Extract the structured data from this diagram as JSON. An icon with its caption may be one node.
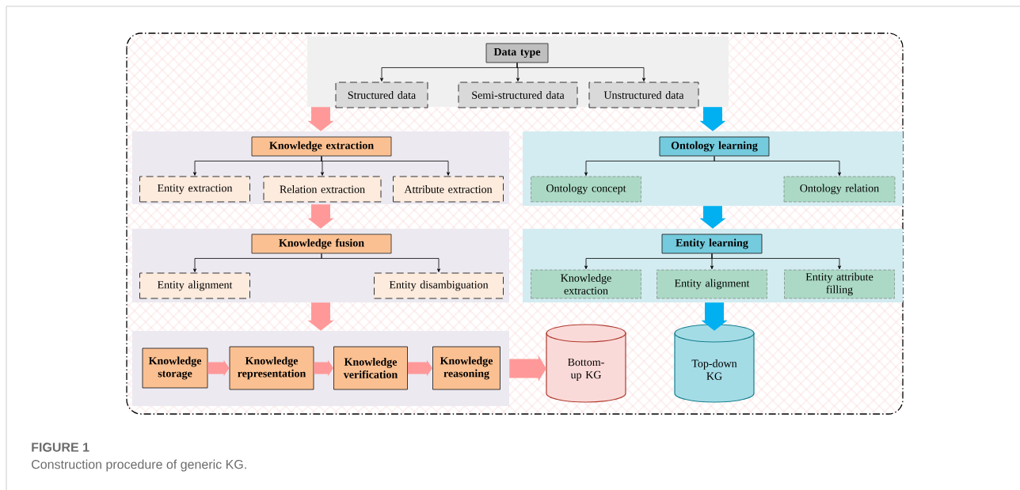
{
  "diagram": {
    "caption": "Construction procedure of generic KG.",
    "nodes": [
      {
        "text": [],
        "shape": "band"
      },
      {
        "text": [
          "Data type"
        ],
        "in": 0
      },
      {
        "text": [
          "Structured data"
        ],
        "in": 0
      },
      {
        "text": [
          "Semi-structured data"
        ],
        "in": 0
      },
      {
        "text": [
          "Unstructured data"
        ],
        "in": 0
      },
      {
        "text": [],
        "shape": "band"
      },
      {
        "text": [
          "Knowledge extraction"
        ],
        "in": 5
      },
      {
        "text": [
          "Entity extraction"
        ],
        "in": 5
      },
      {
        "text": [
          "Relation extraction"
        ],
        "in": 5
      },
      {
        "text": [
          "Attribute extraction"
        ],
        "in": 5
      },
      {
        "text": [],
        "shape": "band"
      },
      {
        "text": [
          "Ontology learning"
        ],
        "in": 10
      },
      {
        "text": [
          "Ontology concept"
        ],
        "in": 10
      },
      {
        "text": [
          "Ontology relation"
        ],
        "in": 10
      },
      {
        "text": [],
        "shape": "band"
      },
      {
        "text": [
          "Knowledge fusion"
        ],
        "in": 14
      },
      {
        "text": [
          "Entity alignment"
        ],
        "in": 14
      },
      {
        "text": [
          "Entity disambiguation"
        ],
        "in": 14
      },
      {
        "text": [],
        "shape": "band"
      },
      {
        "text": [
          "Entity learning"
        ],
        "in": 18
      },
      {
        "text": [
          "Knowledge extraction"
        ],
        "in": 18
      },
      {
        "text": [
          "Entity alignment"
        ],
        "in": 18
      },
      {
        "text": [
          "Entity attribute filling"
        ],
        "in": 18
      },
      {
        "text": [],
        "shape": "band"
      },
      {
        "text": [
          "Knowledge storage"
        ],
        "in": 23
      },
      {
        "text": [
          "Knowledge representation"
        ],
        "in": 23
      },
      {
        "text": [
          "Knowledge verification"
        ],
        "in": 23
      },
      {
        "text": [
          "Knowledge reasoning"
        ],
        "in": 23
      },
      {
        "text": [
          "Bottom-up KG"
        ]
      },
      {
        "text": [
          "Top-down KG"
        ]
      }
    ],
    "edges": [
      {
        "from": 1,
        "to": 2,
        "arrow": "to"
      },
      {
        "from": 1,
        "to": 3,
        "arrow": "to"
      },
      {
        "from": 1,
        "to": 4,
        "arrow": "to"
      },
      {
        "from": 6,
        "to": 7,
        "arrow": "to"
      },
      {
        "from": 6,
        "to": 8,
        "arrow": "to"
      },
      {
        "from": 6,
        "to": 9,
        "arrow": "to"
      },
      {
        "from": 11,
        "to": 12,
        "arrow": "to"
      },
      {
        "from": 11,
        "to": 13,
        "arrow": "to"
      },
      {
        "from": 15,
        "to": 16,
        "arrow": "to"
      },
      {
        "from": 15,
        "to": 17,
        "arrow": "to"
      },
      {
        "from": 19,
        "to": 20,
        "arrow": "to"
      },
      {
        "from": 19,
        "to": 21,
        "arrow": "to"
      },
      {
        "from": 19,
        "to": 22,
        "arrow": "to"
      },
      {
        "from": 0,
        "to": 5,
        "arrow": "to",
        "style": "thick",
        "color": "#ff9999"
      },
      {
        "from": 0,
        "to": 10,
        "arrow": "to",
        "style": "thick",
        "color": "#00b0f0"
      },
      {
        "from": 5,
        "to": 14,
        "arrow": "to",
        "style": "thick",
        "color": "#ff9999"
      },
      {
        "from": 10,
        "to": 18,
        "arrow": "to",
        "style": "thick",
        "color": "#00b0f0"
      },
      {
        "from": 14,
        "to": 23,
        "arrow": "to",
        "style": "thick",
        "color": "#ff9999"
      },
      {
        "from": 18,
        "to": 29,
        "arrow": "to",
        "style": "thick",
        "color": "#00b0f0"
      },
      {
        "from": 24,
        "to": 25,
        "arrow": "to",
        "style": "thick",
        "color": "#ff9999"
      },
      {
        "from": 25,
        "to": 26,
        "arrow": "to",
        "style": "thick",
        "color": "#ff9999"
      },
      {
        "from": 26,
        "to": 27,
        "arrow": "to",
        "style": "thick",
        "color": "#ff9999"
      },
      {
        "from": 23,
        "to": 28,
        "arrow": "to",
        "style": "thick",
        "color": "#ff9999"
      }
    ],
    "labels": [
      "FIGURE 1"
    ]
  }
}
